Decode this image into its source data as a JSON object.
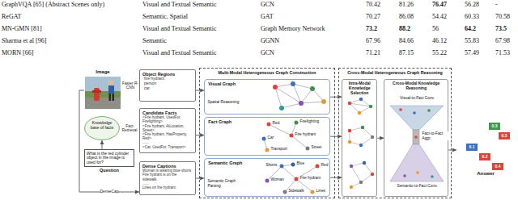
{
  "diagram": {
    "nodes": [
      {
        "text": [
          "Image"
        ]
      },
      {
        "text": [
          "Object Regions",
          "fire hydrant",
          "person",
          "car"
        ]
      },
      {
        "text": [
          "Knowledge base of facts"
        ]
      },
      {
        "text": [
          "Candidate Facts",
          "<Fire hydrant, UsedFor, Firefighting>",
          "<Fire hydrant, AtLocation, Street>",
          "<Fire hydrant, HasProperty, Red>",
          "......",
          "<Car, UsedFor, Transport>"
        ]
      },
      {
        "text": [
          "What is the red cylinder object in the image is used for?",
          "Question"
        ]
      },
      {
        "text": [
          "Dense Captions",
          "Woman is wearing blue shorts",
          "Fire hydrant is on the sidewalk.",
          "......",
          "Lines on fire hydrant."
        ]
      },
      {
        "text": [
          "Multi-Modal Heterogeneous Graph Construction"
        ]
      },
      {
        "text": [
          "Visual Graph"
        ],
        "in": 6
      },
      {
        "text": [
          "Fact Graph"
        ],
        "in": 6
      },
      {
        "text": [
          "Semantic Graph"
        ],
        "in": 6
      },
      {
        "text": [
          "Cross-Modal Heterogeneous Graph Reasoning"
        ]
      },
      {
        "text": [
          "Intra-Modal Knowledge Selection"
        ],
        "in": 10
      },
      {
        "text": [
          "Cross-Modal Knowledge Reasoning"
        ],
        "in": 10
      },
      {
        "text": [
          "Answer"
        ]
      },
      {
        "text": [
          "0.3"
        ],
        "in": 13
      },
      {
        "text": [
          "0.5"
        ],
        "in": 13
      },
      {
        "text": [
          "0.1"
        ],
        "in": 13
      },
      {
        "text": [
          "0.2"
        ],
        "in": 13
      },
      {
        "text": [
          "0.4"
        ],
        "in": 13
      }
    ],
    "edges": [
      {
        "from": 0,
        "to": 1,
        "label": "Faster R-CNN",
        "arrow": "to"
      },
      {
        "from": 2,
        "to": 3,
        "label": "Fact Retrieval",
        "arrow": "to"
      },
      {
        "from": 4,
        "to": 2,
        "arrow": "to"
      },
      {
        "from": 0,
        "to": 5,
        "label": "DenseCap",
        "arrow": "to"
      },
      {
        "from": 1,
        "to": 7,
        "arrow": "to"
      },
      {
        "from": 3,
        "to": 8,
        "arrow": "to"
      },
      {
        "from": 5,
        "to": 9,
        "arrow": "to"
      },
      {
        "from": 7,
        "to": 11,
        "arrow": "to"
      },
      {
        "from": 8,
        "to": 11,
        "arrow": "to"
      },
      {
        "from": 9,
        "to": 11,
        "arrow": "to"
      },
      {
        "from": 11,
        "to": 12,
        "arrow": "to"
      },
      {
        "from": 12,
        "to": 13,
        "arrow": "to"
      }
    ],
    "labels": [
      "GraphVQA [65] (Abstract Scenes only)",
      "Visual and Textual Semantic",
      "GCN",
      "70.42",
      "81.26",
      "76.47",
      "56.28",
      "-",
      "ReGAT",
      "Semantic, Spatial",
      "GAT",
      "70.27",
      "86.08",
      "54.42",
      "60.33",
      "70.58",
      "MN-GMN [81]",
      "Visual and Textual Semantic",
      "Graph Memory Network",
      "73.2",
      "88.2",
      "56",
      "64.2",
      "73.5",
      "Sharma et al [96]",
      "Semantic",
      "GGNN",
      "67.96",
      "84.66",
      "46.12",
      "55.83",
      "67.98",
      "MORN [66]",
      "Visual and Textual Semantic",
      "GCN",
      "71.21",
      "87.15",
      "55.22",
      "57.49",
      "71.53",
      "Spatial Reasoning",
      "Red",
      "Firefighting",
      "Fire hydrant",
      "Street",
      "Car",
      "Transport",
      "Shorts",
      "Blue",
      "Red",
      "Woman",
      "Fire hydrant",
      "Sidewalk",
      "Lines",
      "Semantic Graph Parsing",
      "Visual-to-Fact Conv.",
      "Fact-to-Fact Aggr.",
      "Semantic-to-Fact Conv."
    ]
  }
}
